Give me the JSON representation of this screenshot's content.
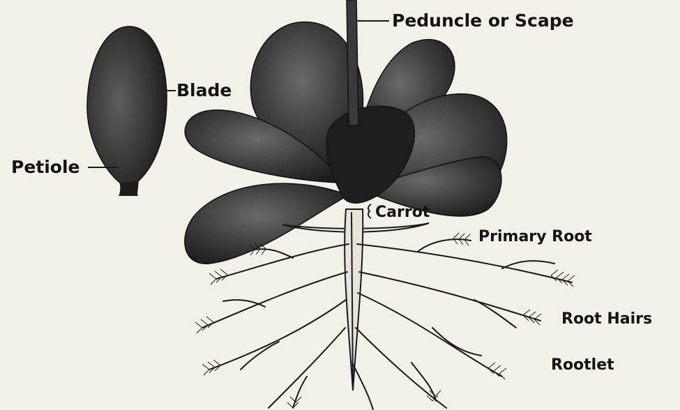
{
  "diagram": {
    "labels": {
      "peduncle": "Peduncle or Scape",
      "blade": "Blade",
      "petiole": "Petiole",
      "carrot": "Carrot",
      "primary_root": "Primary Root",
      "root_hairs": "Root Hairs",
      "rootlet": "Rootlet"
    },
    "colors": {
      "background": "#f3efe9",
      "leaf_dark": "#2c2c2c",
      "leaf_mid": "#4a4a4a",
      "root_outline": "#1a1a1a",
      "root_fill": "#f3efe9"
    }
  }
}
